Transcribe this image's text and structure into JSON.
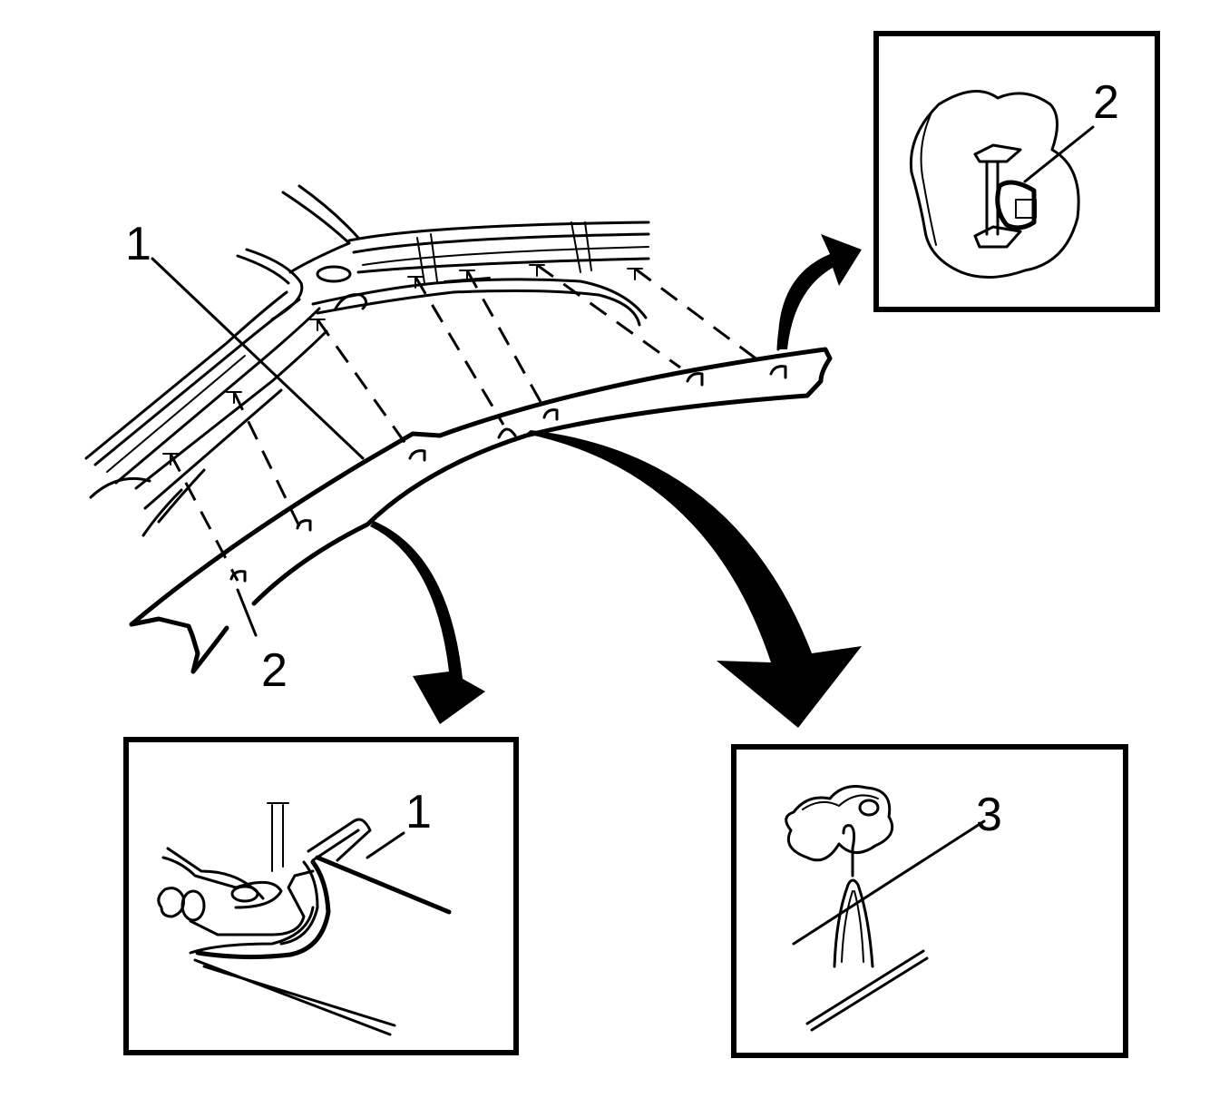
{
  "figure": {
    "callouts": {
      "main_molding": "1",
      "main_clip": "2",
      "inset_top_right_clip": "2",
      "inset_bottom_left_molding": "1",
      "inset_bottom_right_retainer": "3"
    }
  }
}
